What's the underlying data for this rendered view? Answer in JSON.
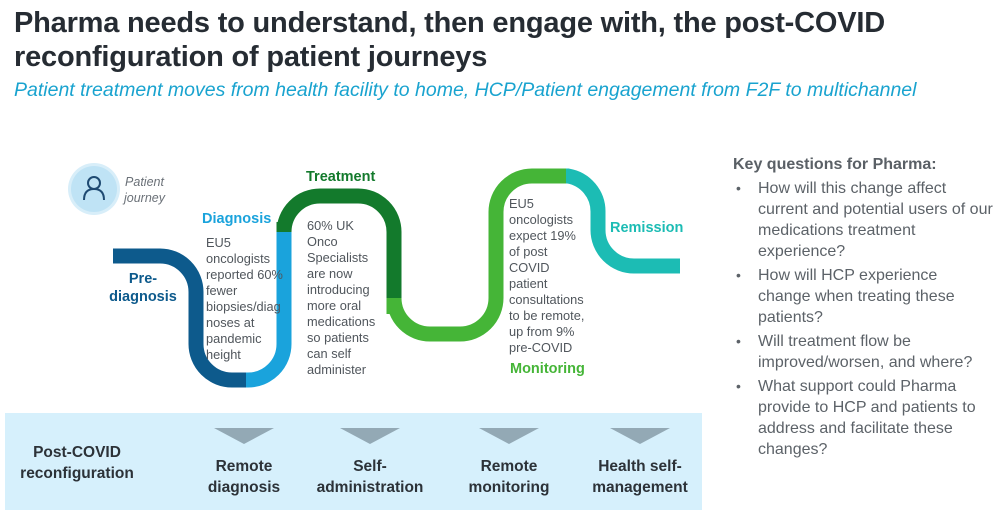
{
  "header": {
    "title": "Pharma needs to understand, then engage with, the post-COVID reconfiguration of patient journeys",
    "subtitle": "Patient treatment moves from health facility to home, HCP/Patient engagement from F2F to multichannel"
  },
  "journey": {
    "icon": "person-icon",
    "label_line1": "Patient",
    "label_line2": "journey",
    "stages": [
      {
        "name": "Pre-diagnosis",
        "line1": "Pre-",
        "line2": "diagnosis",
        "color": "#0d5a8c"
      },
      {
        "name": "Diagnosis",
        "color": "#1aa3dc"
      },
      {
        "name": "Treatment",
        "color": "#137a2c"
      },
      {
        "name": "Monitoring",
        "color": "#45b537"
      },
      {
        "name": "Remission",
        "color": "#1cbcb4"
      }
    ],
    "notes": {
      "diagnosis": [
        "EU5",
        "oncologists",
        "reported 60%",
        "fewer",
        "biopsies/diag",
        "noses at",
        "pandemic",
        "height"
      ],
      "treatment": [
        "60% UK",
        "Onco",
        "Specialists",
        "are now",
        "introducing",
        "more oral",
        "medications",
        "so patients",
        "can self",
        "administer"
      ],
      "monitoring": [
        "EU5",
        "oncologists",
        "expect 19%",
        "of post",
        "COVID",
        "patient",
        "consultations",
        "to be remote,",
        "up from 9%",
        "pre-COVID"
      ]
    }
  },
  "key_questions": {
    "title": "Key questions for Pharma:",
    "bullet": "•",
    "items": [
      "How will this change affect current and potential users of our medications treatment experience?",
      "How will HCP experience change when treating these patients?",
      "Will treatment flow be improved/worsen, and where?",
      "What support could Pharma provide to HCP and patients to address and facilitate these changes?"
    ]
  },
  "reconfiguration": {
    "label_line1": "Post-COVID",
    "label_line2": "reconfiguration",
    "band_color": "#d6f0fc",
    "items": [
      {
        "line1": "Remote",
        "line2": "diagnosis"
      },
      {
        "line1": "Self-",
        "line2": "administration"
      },
      {
        "line1": "Remote",
        "line2": "monitoring"
      },
      {
        "line1": "Health self-",
        "line2": "management"
      }
    ]
  }
}
